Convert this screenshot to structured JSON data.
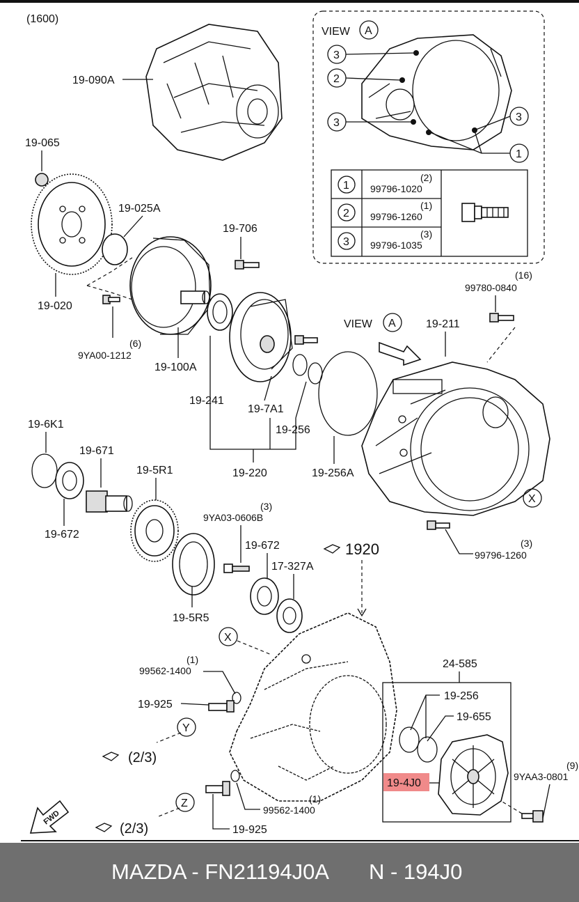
{
  "page_code": "(1600)",
  "view_box": {
    "title": "VIEW",
    "letter": "A",
    "callouts": [
      "3",
      "2",
      "3",
      "3",
      "1"
    ],
    "table": [
      {
        "num": "1",
        "qty": "(2)",
        "part": "99796-1020"
      },
      {
        "num": "2",
        "qty": "(1)",
        "part": "99796-1260"
      },
      {
        "num": "3",
        "qty": "(3)",
        "part": "99796-1035"
      }
    ]
  },
  "labels": {
    "p19_090A": "19-090A",
    "p19_065": "19-065",
    "p19_025A": "19-025A",
    "p19_020": "19-020",
    "p19_706": "19-706",
    "p9YA00_qty": "(6)",
    "p9YA00": "9YA00-1212",
    "p19_100A": "19-100A",
    "p99780_qty": "(16)",
    "p99780": "99780-0840",
    "view_a_title": "VIEW",
    "view_a_letter": "A",
    "p19_211": "19-211",
    "p19_241": "19-241",
    "p19_7A1": "19-7A1",
    "p19_256_top": "19-256",
    "p19_256A": "19-256A",
    "p19_220": "19-220",
    "p19_6K1": "19-6K1",
    "p19_671": "19-671",
    "p19_5R1": "19-5R1",
    "p19_672_left": "19-672",
    "p9YA03_qty": "(3)",
    "p9YA03": "9YA03-0606B",
    "p19_672_mid": "19-672",
    "p17_327A": "17-327A",
    "p19_5R5": "19-5R5",
    "x_upper": "X",
    "p99796_qty": "(3)",
    "p99796": "99796-1260",
    "ref_1920": "1920",
    "x_lower": "X",
    "p99562_top_qty": "(1)",
    "p99562_top": "99562-1400",
    "p19_925_top": "19-925",
    "y_letter": "Y",
    "ref_y": "(2/3)",
    "z_letter": "Z",
    "ref_z": "(2/3)",
    "p99562_bot_qty": "(1)",
    "p99562_bot": "99562-1400",
    "p19_925_bot": "19-925",
    "p24_585": "24-585",
    "p19_256_kit": "19-256",
    "p19_655": "19-655",
    "p19_4J0": "19-4J0",
    "p9YAA3_qty": "(9)",
    "p9YAA3": "9YAA3-0801",
    "fwd": "FWD"
  },
  "colors": {
    "highlight": "#f08a8a",
    "footer_bg": "#6f6f6f",
    "footer_text": "#ffffff"
  },
  "footer": {
    "left": "MAZDA - FN21194J0A",
    "right": "N - 194J0"
  }
}
